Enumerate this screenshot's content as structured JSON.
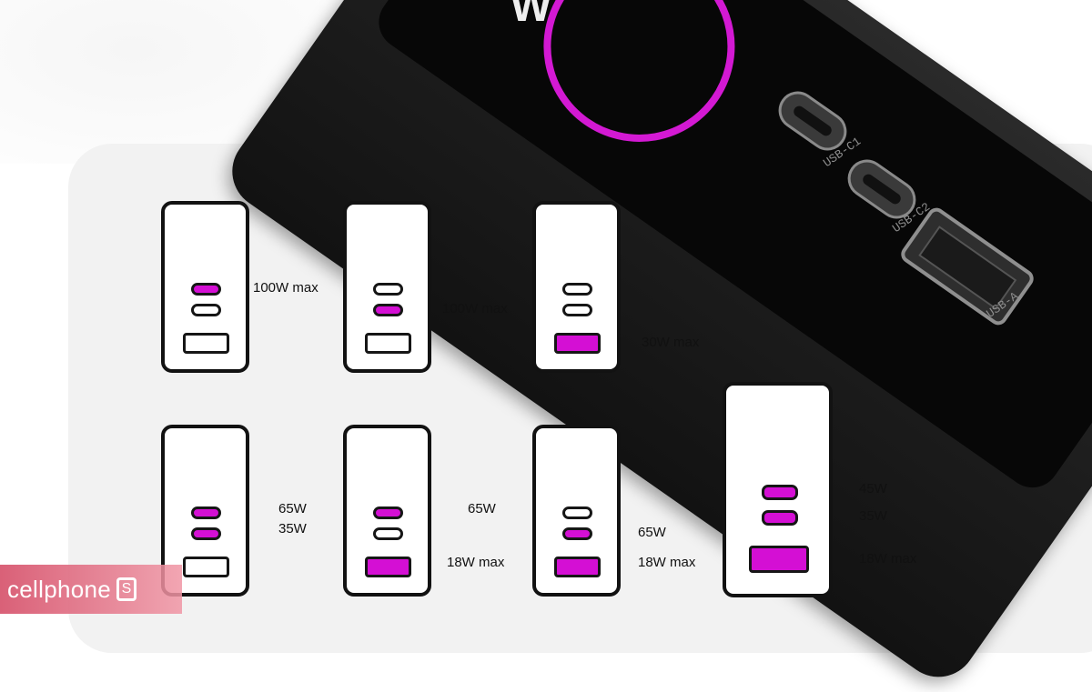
{
  "device": {
    "ports": [
      {
        "id": "usb-c1",
        "label": "USB-C1"
      },
      {
        "id": "usb-c2",
        "label": "USB-C2"
      },
      {
        "id": "usb-a",
        "label": "USB-A"
      }
    ],
    "ring_color": "#d319d3",
    "display_glyph": "W"
  },
  "active_color": "#d40fd4",
  "configs": [
    {
      "active": [
        true,
        false,
        false
      ],
      "labels": [
        "100W max"
      ]
    },
    {
      "active": [
        false,
        true,
        false
      ],
      "labels": [
        "100W max"
      ]
    },
    {
      "active": [
        false,
        false,
        true
      ],
      "labels": [
        "30W max"
      ]
    },
    {
      "active": [
        true,
        true,
        false
      ],
      "labels": [
        "65W",
        "35W"
      ]
    },
    {
      "active": [
        true,
        false,
        true
      ],
      "labels": [
        "65W",
        "18W max"
      ]
    },
    {
      "active": [
        false,
        true,
        true
      ],
      "labels": [
        "65W",
        "18W max"
      ]
    },
    {
      "active": [
        true,
        true,
        true
      ],
      "labels": [
        "45W",
        "35W",
        "18W max"
      ]
    }
  ],
  "brand": {
    "text": "cellphone",
    "mark": "S"
  }
}
